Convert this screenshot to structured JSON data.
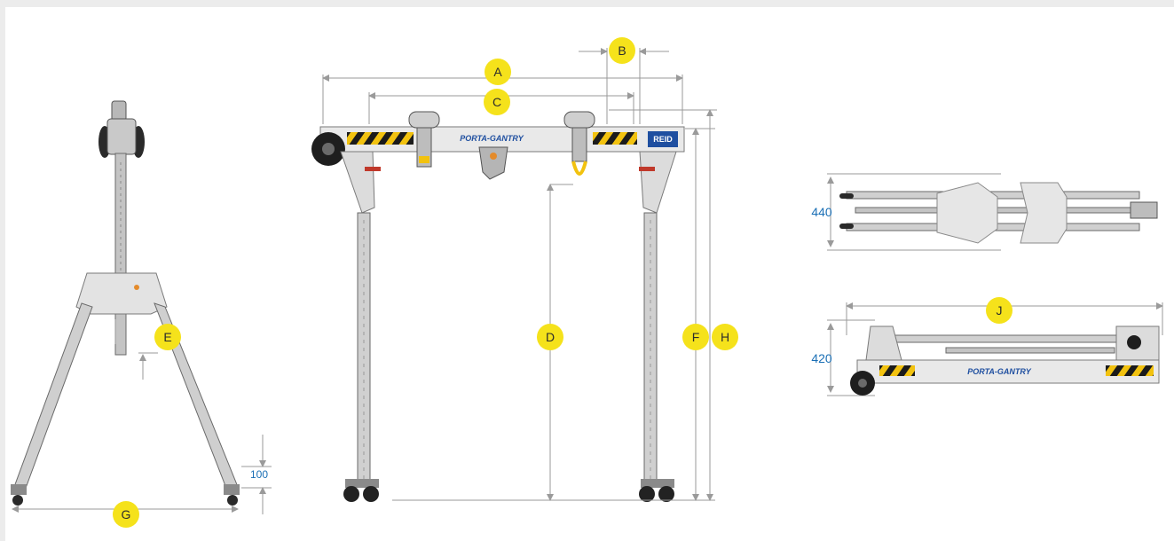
{
  "colors": {
    "badge": "#f5e21b",
    "dimension_text": "#1a6fb5",
    "dimension_line": "#9a9a9a",
    "frame": "#d9d9d9",
    "hazard_yellow": "#f2c20f",
    "brand_blue": "#1f4fa0"
  },
  "labels": {
    "a": "A",
    "b": "B",
    "c": "C",
    "d": "D",
    "e": "E",
    "f": "F",
    "g": "G",
    "h": "H",
    "j": "J"
  },
  "dimensions": {
    "folded_width": "440",
    "folded_height": "420",
    "wheel_offset": "100"
  },
  "branding": {
    "product": "PORTA-GANTRY",
    "logo": "REID"
  }
}
